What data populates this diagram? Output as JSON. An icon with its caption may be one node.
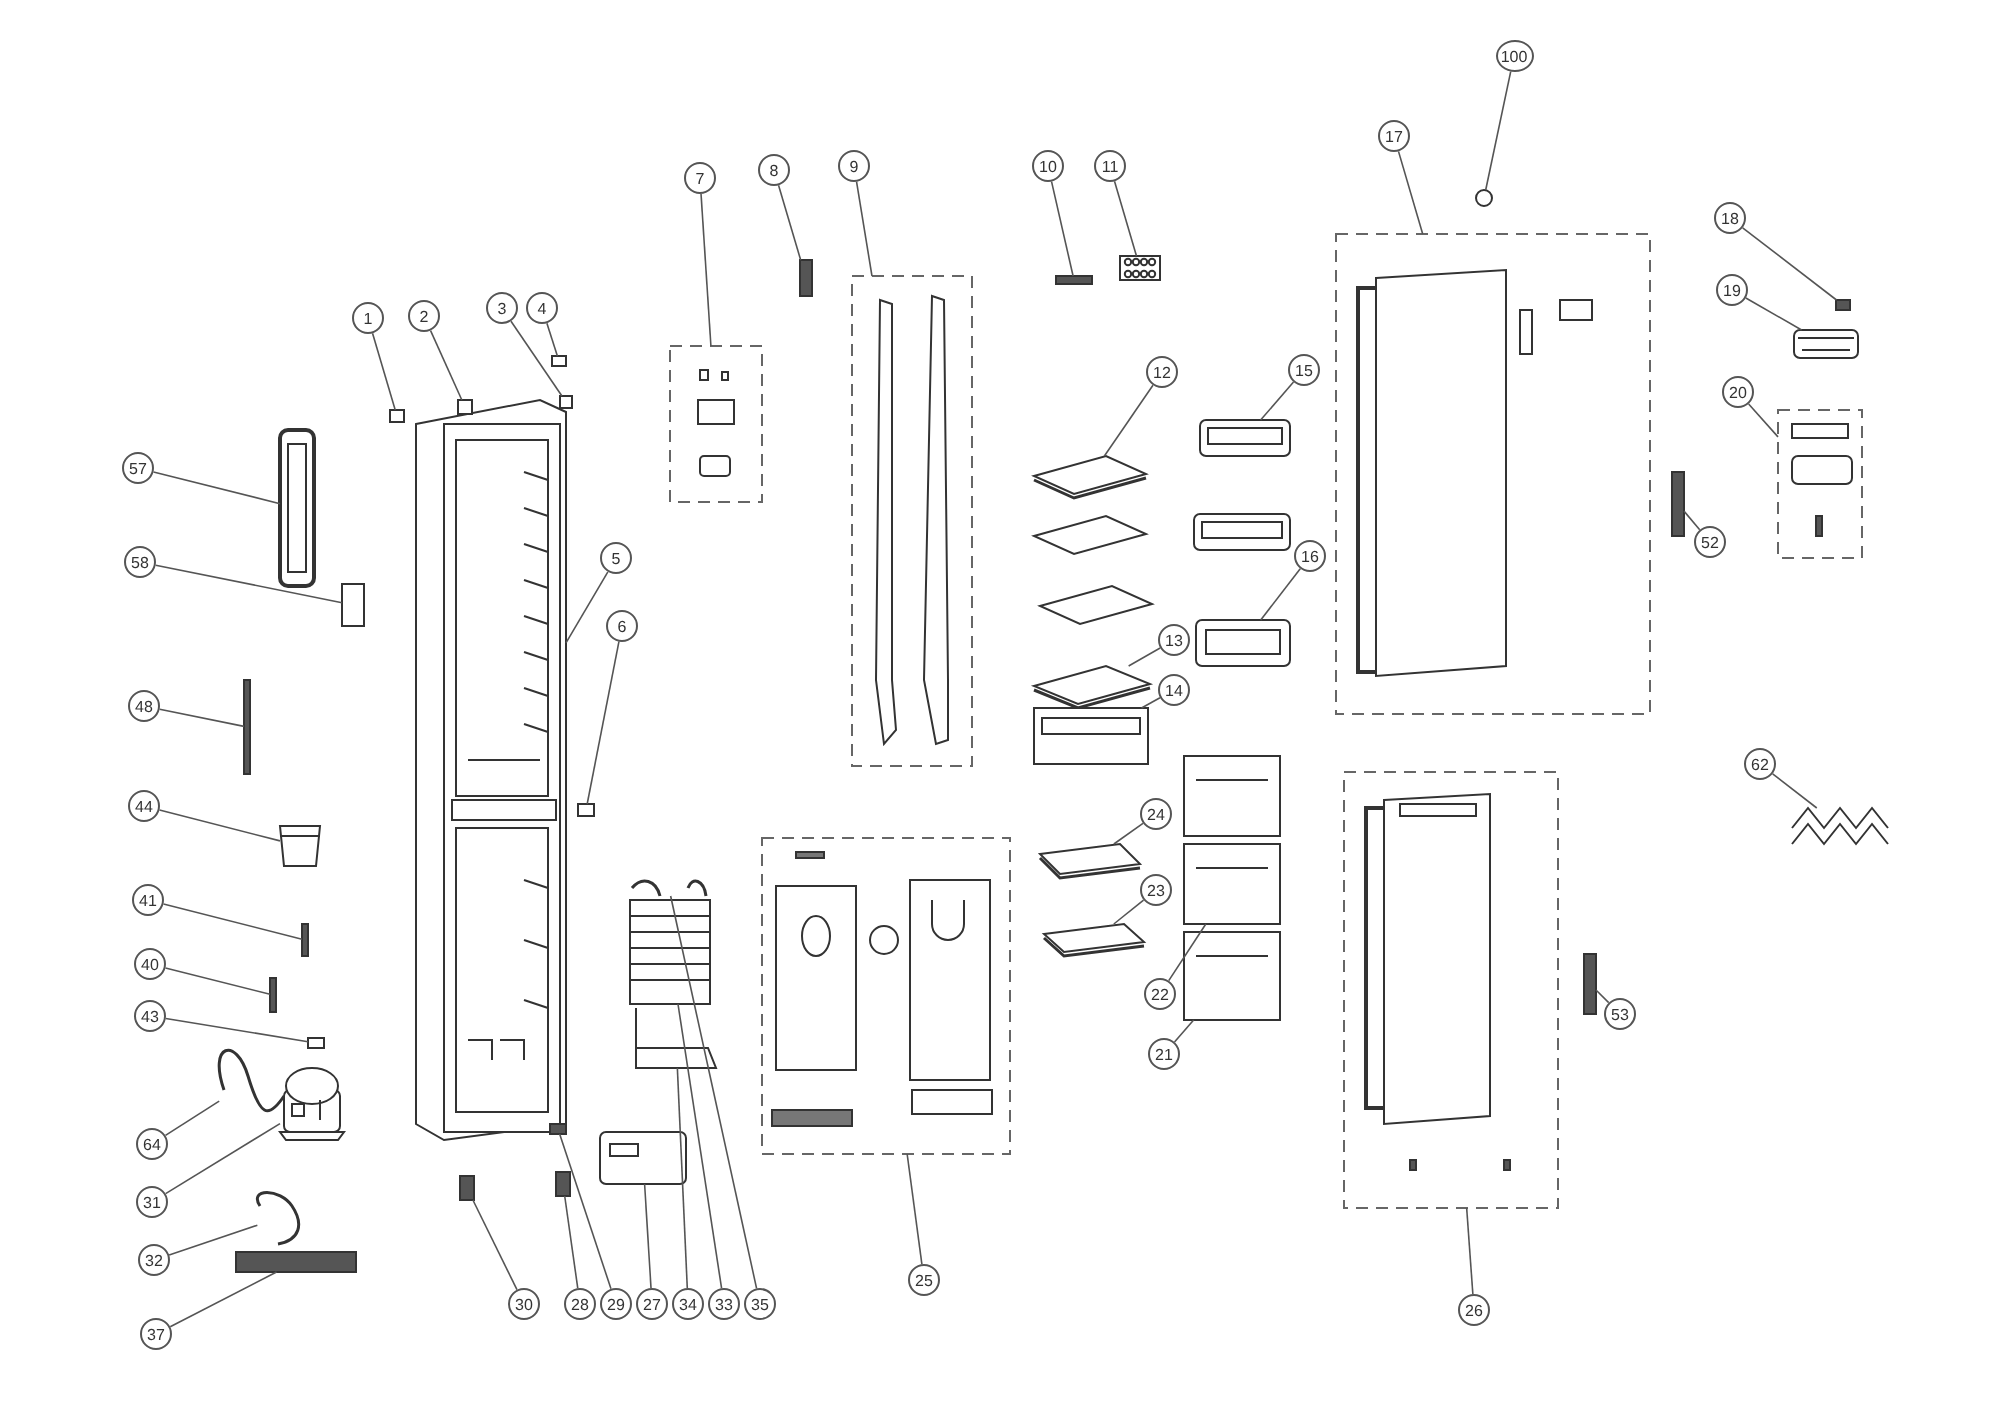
{
  "diagram": {
    "nodes": [
      {
        "text": [
          "1"
        ]
      },
      {
        "text": [
          "2"
        ]
      },
      {
        "text": [
          "3"
        ]
      },
      {
        "text": [
          "4"
        ]
      },
      {
        "text": [
          "5"
        ]
      },
      {
        "text": [
          "6"
        ]
      },
      {
        "text": [
          "7"
        ]
      },
      {
        "text": [
          "8"
        ]
      },
      {
        "text": [
          "9"
        ]
      },
      {
        "text": [
          "10"
        ]
      },
      {
        "text": [
          "11"
        ]
      },
      {
        "text": [
          "100"
        ]
      },
      {
        "text": [
          "17"
        ]
      },
      {
        "text": [
          "18"
        ]
      },
      {
        "text": [
          "19"
        ]
      },
      {
        "text": [
          "20"
        ]
      },
      {
        "text": [
          "12"
        ]
      },
      {
        "text": [
          "15"
        ]
      },
      {
        "text": [
          "16"
        ]
      },
      {
        "text": [
          "13"
        ]
      },
      {
        "text": [
          "14"
        ]
      },
      {
        "text": [
          "52"
        ]
      },
      {
        "text": [
          "62"
        ]
      },
      {
        "text": [
          "24"
        ]
      },
      {
        "text": [
          "23"
        ]
      },
      {
        "text": [
          "22"
        ]
      },
      {
        "text": [
          "21"
        ]
      },
      {
        "text": [
          "53"
        ]
      },
      {
        "text": [
          "26"
        ]
      },
      {
        "text": [
          "25"
        ]
      },
      {
        "text": [
          "57"
        ]
      },
      {
        "text": [
          "58"
        ]
      },
      {
        "text": [
          "48"
        ]
      },
      {
        "text": [
          "44"
        ]
      },
      {
        "text": [
          "41"
        ]
      },
      {
        "text": [
          "40"
        ]
      },
      {
        "text": [
          "43"
        ]
      },
      {
        "text": [
          "64"
        ]
      },
      {
        "text": [
          "31"
        ]
      },
      {
        "text": [
          "32"
        ]
      },
      {
        "text": [
          "37"
        ]
      },
      {
        "text": [
          "30"
        ]
      },
      {
        "text": [
          "28"
        ]
      },
      {
        "text": [
          "29"
        ]
      },
      {
        "text": [
          "27"
        ]
      },
      {
        "text": [
          "34"
        ]
      },
      {
        "text": [
          "33"
        ]
      },
      {
        "text": [
          "35"
        ]
      },
      {
        "text": [],
        "shape": "box"
      },
      {
        "text": [],
        "shape": "box"
      },
      {
        "text": [],
        "shape": "box"
      },
      {
        "text": [],
        "shape": "box"
      },
      {
        "text": [],
        "shape": "picture"
      },
      {
        "text": [],
        "shape": "box"
      },
      {
        "text": [],
        "shape": "picture"
      },
      {
        "text": [],
        "shape": "bar"
      },
      {
        "text": [],
        "shape": "picture"
      },
      {
        "text": [],
        "shape": "bar"
      },
      {
        "text": [],
        "shape": "picture"
      },
      {
        "text": [],
        "shape": "circle"
      },
      {
        "text": [],
        "shape": "picture"
      },
      {
        "text": [],
        "shape": "bar"
      },
      {
        "text": [],
        "shape": "picture"
      },
      {
        "text": [],
        "shape": "picture"
      },
      {
        "text": [],
        "shape": "picture"
      },
      {
        "text": [],
        "shape": "picture"
      },
      {
        "text": [],
        "shape": "picture"
      },
      {
        "text": [],
        "shape": "picture"
      },
      {
        "text": [],
        "shape": "picture"
      },
      {
        "text": [],
        "shape": "bar"
      },
      {
        "text": [],
        "shape": "picture"
      },
      {
        "text": [],
        "shape": "picture"
      },
      {
        "text": [],
        "shape": "picture"
      },
      {
        "text": [],
        "shape": "picture"
      },
      {
        "text": [],
        "shape": "picture"
      },
      {
        "text": [],
        "shape": "bar"
      },
      {
        "text": [],
        "shape": "picture"
      },
      {
        "text": [],
        "shape": "picture"
      },
      {
        "text": [],
        "shape": "picture"
      },
      {
        "text": [],
        "shape": "box"
      },
      {
        "text": [],
        "shape": "bar"
      },
      {
        "text": [],
        "shape": "picture"
      },
      {
        "text": [],
        "shape": "bar"
      },
      {
        "text": [],
        "shape": "bar"
      },
      {
        "text": [],
        "shape": "box"
      },
      {
        "text": [],
        "shape": "picture"
      },
      {
        "text": [],
        "shape": "picture"
      },
      {
        "text": [],
        "shape": "picture"
      },
      {
        "text": [],
        "shape": "bar"
      },
      {
        "text": [],
        "shape": "bar"
      },
      {
        "text": [],
        "shape": "bar"
      },
      {
        "text": [],
        "shape": "bar"
      },
      {
        "text": [],
        "shape": "picture"
      },
      {
        "text": [],
        "shape": "picture"
      },
      {
        "text": [],
        "shape": "picture"
      },
      {
        "text": [],
        "shape": "picture"
      }
    ],
    "edges": [
      {
        "from": 0,
        "to": 48,
        "arrow": "none"
      },
      {
        "from": 1,
        "to": 49,
        "arrow": "none"
      },
      {
        "from": 2,
        "to": 50,
        "arrow": "none"
      },
      {
        "from": 3,
        "to": 51,
        "arrow": "none"
      },
      {
        "from": 4,
        "to": 52,
        "arrow": "none"
      },
      {
        "from": 5,
        "to": 53,
        "arrow": "none"
      },
      {
        "from": 6,
        "to": 54,
        "arrow": "none"
      },
      {
        "from": 7,
        "to": 55,
        "arrow": "none"
      },
      {
        "from": 8,
        "to": 56,
        "arrow": "none"
      },
      {
        "from": 9,
        "to": 57,
        "arrow": "none"
      },
      {
        "from": 10,
        "to": 58,
        "arrow": "none"
      },
      {
        "from": 11,
        "to": 59,
        "arrow": "none"
      },
      {
        "from": 12,
        "to": 60,
        "arrow": "none"
      },
      {
        "from": 13,
        "to": 61,
        "arrow": "none"
      },
      {
        "from": 14,
        "to": 62,
        "arrow": "none"
      },
      {
        "from": 15,
        "to": 63,
        "arrow": "none"
      },
      {
        "from": 16,
        "to": 64,
        "arrow": "none"
      },
      {
        "from": 17,
        "to": 65,
        "arrow": "none"
      },
      {
        "from": 18,
        "to": 66,
        "arrow": "none"
      },
      {
        "from": 19,
        "to": 67,
        "arrow": "none"
      },
      {
        "from": 20,
        "to": 68,
        "arrow": "none"
      },
      {
        "from": 21,
        "to": 69,
        "arrow": "none"
      },
      {
        "from": 22,
        "to": 70,
        "arrow": "none"
      },
      {
        "from": 23,
        "to": 71,
        "arrow": "none"
      },
      {
        "from": 24,
        "to": 72,
        "arrow": "none"
      },
      {
        "from": 25,
        "to": 73,
        "arrow": "none"
      },
      {
        "from": 26,
        "to": 74,
        "arrow": "none"
      },
      {
        "from": 27,
        "to": 75,
        "arrow": "none"
      },
      {
        "from": 28,
        "to": 76,
        "arrow": "none"
      },
      {
        "from": 29,
        "to": 77,
        "arrow": "none"
      },
      {
        "from": 30,
        "to": 78,
        "arrow": "none"
      },
      {
        "from": 31,
        "to": 79,
        "arrow": "none"
      },
      {
        "from": 32,
        "to": 80,
        "arrow": "none"
      },
      {
        "from": 33,
        "to": 81,
        "arrow": "none"
      },
      {
        "from": 34,
        "to": 82,
        "arrow": "none"
      },
      {
        "from": 35,
        "to": 83,
        "arrow": "none"
      },
      {
        "from": 36,
        "to": 84,
        "arrow": "none"
      },
      {
        "from": 37,
        "to": 85,
        "arrow": "none"
      },
      {
        "from": 38,
        "to": 86,
        "arrow": "none"
      },
      {
        "from": 39,
        "to": 87,
        "arrow": "none"
      },
      {
        "from": 40,
        "to": 88,
        "arrow": "none"
      },
      {
        "from": 41,
        "to": 89,
        "arrow": "none"
      },
      {
        "from": 42,
        "to": 90,
        "arrow": "none"
      },
      {
        "from": 43,
        "to": 91,
        "arrow": "none"
      },
      {
        "from": 44,
        "to": 92,
        "arrow": "none"
      },
      {
        "from": 45,
        "to": 93,
        "arrow": "none"
      },
      {
        "from": 46,
        "to": 94,
        "arrow": "none"
      },
      {
        "from": 47,
        "to": 95,
        "arrow": "none"
      }
    ]
  }
}
